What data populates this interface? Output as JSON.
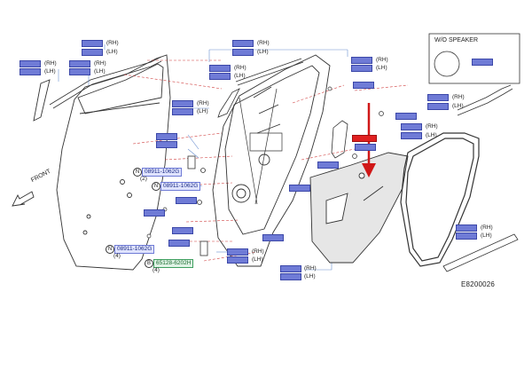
{
  "figure": {
    "diagram_code": "E8200026",
    "front_label": "FRONT",
    "inset_title": "W/O SPEAKER",
    "rh": "(RH)",
    "lh": "(LH)",
    "qty_2": "(2)",
    "qty_4": "(4)",
    "fastener_1": "08911-1062G",
    "fastener_2": "08911-1062G",
    "fastener_3": "08911-1062G",
    "fastener_4": "65128-6202H",
    "n_symbol": "N",
    "b_symbol": "B"
  },
  "colors": {
    "part_tag": "#6f7bd6",
    "highlight_tag": "#e02020",
    "arrow": "#d01818",
    "line": "#333333",
    "leader_red": "#d04040",
    "leader_blue": "#6a8fd0"
  }
}
